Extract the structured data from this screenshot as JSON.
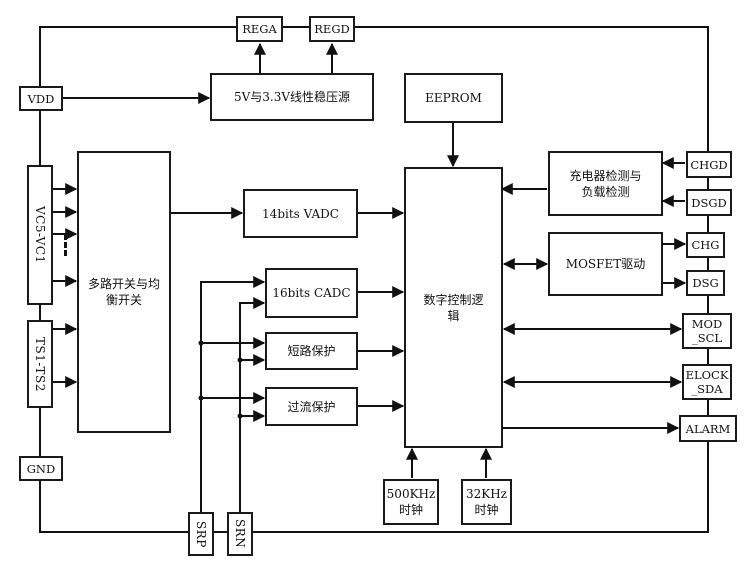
{
  "title": "",
  "pins": {
    "rega": "REGA",
    "regd": "REGD",
    "vdd": "VDD",
    "vc": "VC5-VC1",
    "ts": "TS1-TS2",
    "gnd": "GND",
    "srp": "SRP",
    "srn": "SRN",
    "chgd": "CHGD",
    "dsgd": "DSGD",
    "chg": "CHG",
    "dsg": "DSG",
    "mod_scl": [
      "MOD",
      "_SCL"
    ],
    "elock_sda": [
      "ELOCK",
      "_SDA"
    ],
    "alarm": "ALARM"
  },
  "blocks": {
    "regulator": "5V与3.3V线性稳压源",
    "eeprom": "EEPROM",
    "mux": [
      "多路开关与均",
      "衡开关"
    ],
    "vadc": "14bits VADC",
    "cadc": "16bits CADC",
    "short_protect": "短路保护",
    "overcurrent_protect": "过流保护",
    "logic": [
      "数字控制逻",
      "辑"
    ],
    "charger_detect": [
      "充电器检测与",
      "负载检测"
    ],
    "mosfet_driver": "MOSFET驱动",
    "clk500": [
      "500KHz",
      "时钟"
    ],
    "clk32": [
      "32KHz",
      "时钟"
    ]
  }
}
